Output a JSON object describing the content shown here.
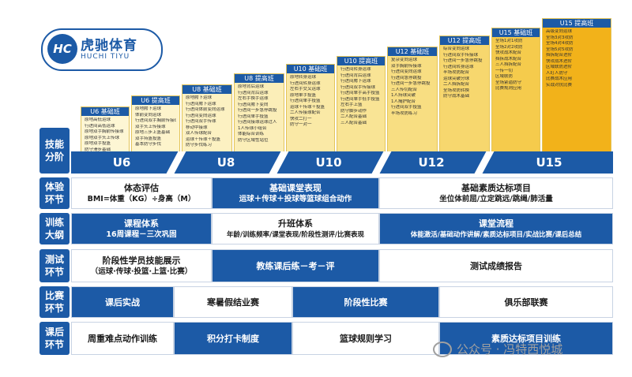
{
  "logo": {
    "mark": "HC",
    "title_cn": "虎驰体育",
    "title_en": "HUCHI TIYU"
  },
  "steps": [
    {
      "title": "U6 基础班",
      "items": [
        "原地高低运球",
        "行进间高低运球",
        "原地双手胸前传接球",
        "原地双手头上传球",
        "原地双手投篮",
        "防守滑步基础"
      ]
    },
    {
      "title": "U6 提高班",
      "items": [
        "原地胯下运球",
        "体前变向运球",
        "行进间双手胸前传接球",
        "双手头上传接球",
        "原地三步上篮基础",
        "双手持篮投篮",
        "基本防守步伐"
      ]
    },
    {
      "title": "U8 基础班",
      "items": [
        "原地胯下运球",
        "行进间胯下运球",
        "行进间体前变向运球",
        "行进间变向运球",
        "行进间双手传球",
        "移动中接球",
        "双人传球配合",
        "运球＋传球＋投篮",
        "防守步伐练习"
      ]
    },
    {
      "title": "U8 提高班",
      "items": [
        "原地背后运球",
        "行进间背后运球",
        "左右手换手运球",
        "行进间胯下变向",
        "行进间一步急停跳投",
        "行进间单手投篮",
        "行进间接球运球过人",
        "1人传球小组合",
        "体能综合训练",
        "防守区域性站位"
      ]
    },
    {
      "title": "U10 基础班",
      "items": [
        "原地转身运球",
        "行进间转身运球",
        "左右手交叉运球",
        "原地单手投篮",
        "行进间单手投篮",
        "运球＋传球＋投篮",
        "二人传接球配合",
        "快攻二打一",
        "防守一对一"
      ]
    },
    {
      "title": "U10 提高班",
      "items": [
        "行进间转身运球",
        "行进间背后运球",
        "行进间胯下运球",
        "行进间双手传接球",
        "行进间单手高手投篮",
        "行进间单手低手投篮",
        "左右手上篮",
        "防守脚步动作",
        "二人配合基础",
        "三人配合基础"
      ]
    },
    {
      "title": "U12 基础班",
      "items": [
        "复杂变向运球",
        "双手胸前传接球",
        "行进间变向运球",
        "行进间急停跳投",
        "行进间一步急停跳投",
        "三人传切配合",
        "1人持球突破",
        "1人掩护配合",
        "行进间双手投篮",
        "半场攻防练习"
      ]
    },
    {
      "title": "U12 提高班",
      "items": [
        "综合变向运球",
        "行进间双手传接球",
        "行进间一步急停跳投",
        "行进间转身运球",
        "半场攻防配合",
        "运球突破分球",
        "二人挡拆配合",
        "全场攻防转换",
        "防守战术基础"
      ]
    },
    {
      "title": "U15 基础班",
      "items": [
        "全场1对1攻防",
        "全场2对2攻防",
        "快攻战术配合",
        "挡拆战术配合",
        "三人挡拆配合",
        "一传一切",
        "区域联防",
        "全场紧逼防守",
        "比赛规则应用"
      ]
    },
    {
      "title": "U15 提高班",
      "items": [
        "高级变向运球",
        "全场3对3攻防",
        "全场4对4攻防",
        "全场5对5攻防",
        "挡拆配合进阶",
        "快攻战术进阶",
        "区域联防进阶",
        "人盯人防守",
        "比赛战术应用",
        "实战对抗比赛"
      ]
    }
  ],
  "rows": [
    {
      "label": "技能分阶"
    },
    {
      "label": "体验环节"
    },
    {
      "label": "训练大纲"
    },
    {
      "label": "测试环节"
    },
    {
      "label": "比赛环节"
    },
    {
      "label": "课后环节"
    }
  ],
  "band": [
    "U6",
    "U8",
    "U10",
    "U12",
    "U15"
  ],
  "cells": {
    "tiyan": [
      {
        "t": "体态评估",
        "s": "BMI=体重（KG）÷身高（M）"
      },
      {
        "t": "基础课堂表现",
        "s": "运球＋传球＋投球等篮球组合动作"
      },
      {
        "t": "基础素质达标项目",
        "s": "坐位体前屈/立定跳远/跳绳/肺活量"
      }
    ],
    "xunlian": [
      {
        "t": "课程体系",
        "s": "16周课程－三次巩固"
      },
      {
        "t": "升班体系",
        "s": "年龄/训练频率/课堂表现/阶段性测评/比赛表现"
      },
      {
        "t": "课堂流程",
        "s": "体能激活/基础动作讲解/素质达标项目/实战比赛/课后总结"
      }
    ],
    "ceshi": [
      {
        "t": "阶段性学员技能展示",
        "s": "（运球·传球·投篮·上篮·比赛）"
      },
      {
        "t": "教练课后练－考－评",
        "s": ""
      },
      {
        "t": "测试成绩报告",
        "s": ""
      }
    ],
    "bisai": [
      {
        "t": "课后实战"
      },
      {
        "t": "寒暑假结业赛"
      },
      {
        "t": "阶段性比赛"
      },
      {
        "t": "俱乐部联赛"
      }
    ],
    "kehou": [
      {
        "t": "周重难点动作训练"
      },
      {
        "t": "积分打卡制度"
      },
      {
        "t": "篮球规则学习"
      },
      {
        "t": "素质达标项目训练"
      }
    ]
  },
  "watermark": "公众号 · 冯特西悦城",
  "colors": {
    "blue": "#1c5aa6",
    "gold_light": "#fdf3c4",
    "gold_dark": "#f2b21a"
  }
}
